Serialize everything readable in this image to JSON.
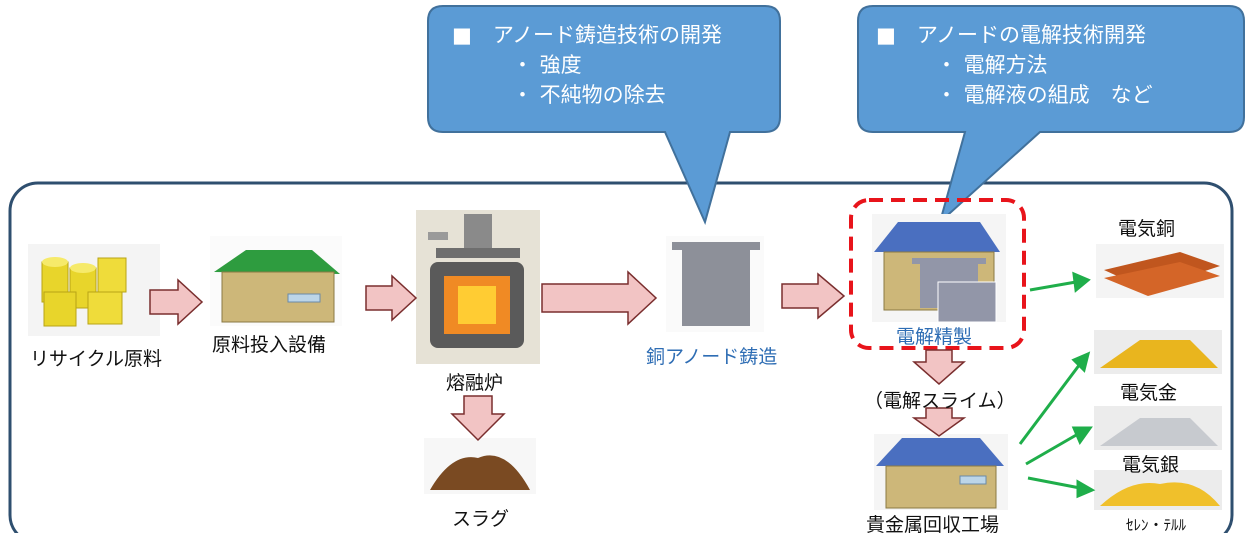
{
  "callouts": {
    "casting": {
      "heading": "■　アノード鋳造技術の開発",
      "items": [
        "・ 強度",
        "・ 不純物の除去"
      ]
    },
    "electrolysis": {
      "heading": "■　アノードの電解技術開発",
      "items": [
        "・ 電解方法",
        "・ 電解液の組成　など"
      ]
    }
  },
  "nodes": {
    "raw_material": "リサイクル原料",
    "feeding_facility": "原料投入設備",
    "smelting_furnace": "熔融炉",
    "slag": "スラグ",
    "anode_casting": "銅アノード鋳造",
    "electrorefining": "電解精製",
    "slime": "（電解スライム）",
    "precious_metal_plant": "貴金属回収工場"
  },
  "products": {
    "copper": "電気銅",
    "gold": "電気金",
    "silver": "電気銀",
    "se_te": "ｾﾚﾝ・ﾃﾙﾙ"
  },
  "colors": {
    "callout_fill": "#5b9bd5",
    "callout_stroke": "#41719c",
    "frame": "#2f4f6f",
    "process_arrow": "#f2c4c4",
    "process_arrow_stroke": "#7a2e2e",
    "product_arrow": "#1fae4a",
    "highlight": "#e8141b",
    "blue_label": "#2e6db4"
  }
}
